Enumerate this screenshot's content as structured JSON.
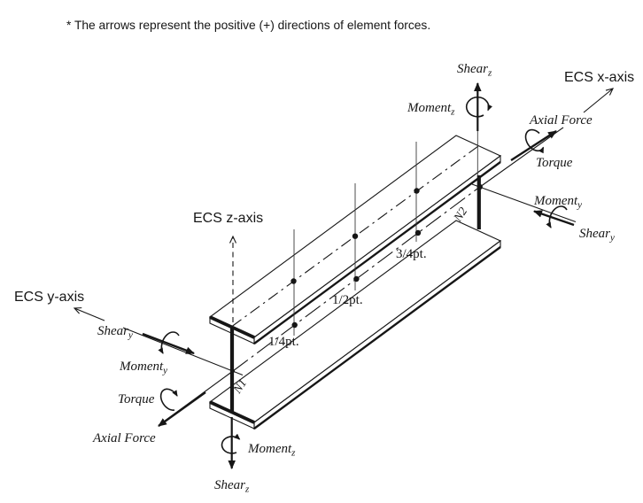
{
  "note": "* The arrows represent the positive (+) directions of element forces.",
  "axes": {
    "x_label": "ECS x-axis",
    "y_label": "ECS y-axis",
    "z_label": "ECS z-axis"
  },
  "nodes": {
    "n1": "N1",
    "n2": "N2"
  },
  "quarter_points": {
    "p25": "1/4pt.",
    "p50": "1/2pt.",
    "p75": "3/4pt."
  },
  "forces": {
    "shear": "Shear",
    "moment": "Moment",
    "torque": "Torque",
    "axial": "Axial Force",
    "sub_y": "y",
    "sub_z": "z"
  },
  "colors": {
    "ink": "#161616",
    "bg": "#ffffff"
  }
}
